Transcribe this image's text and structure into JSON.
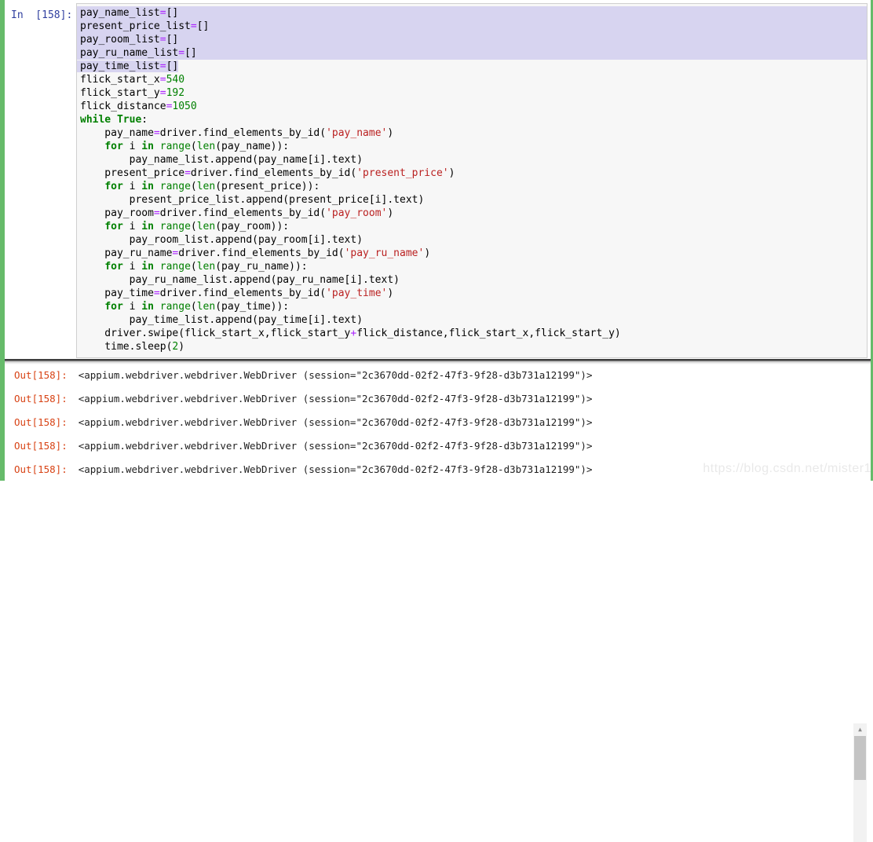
{
  "cell": {
    "input": {
      "prompt": "In  [158]:",
      "lines": [
        {
          "sel": "full",
          "t": [
            [
              "p",
              "pay_name_list"
            ],
            [
              "o",
              "="
            ],
            [
              "p",
              "[]"
            ]
          ]
        },
        {
          "sel": "full",
          "t": [
            [
              "p",
              "present_price_list"
            ],
            [
              "o",
              "="
            ],
            [
              "p",
              "[]"
            ]
          ]
        },
        {
          "sel": "full",
          "t": [
            [
              "p",
              "pay_room_list"
            ],
            [
              "o",
              "="
            ],
            [
              "p",
              "[]"
            ]
          ]
        },
        {
          "sel": "full",
          "t": [
            [
              "p",
              "pay_ru_name_list"
            ],
            [
              "o",
              "="
            ],
            [
              "p",
              "[]"
            ]
          ]
        },
        {
          "sel": "text",
          "t": [
            [
              "p",
              "pay_time_list"
            ],
            [
              "o",
              "="
            ],
            [
              "p",
              "[]"
            ]
          ]
        },
        {
          "t": [
            [
              "p",
              "flick_start_x"
            ],
            [
              "o",
              "="
            ],
            [
              "n",
              "540"
            ]
          ]
        },
        {
          "t": [
            [
              "p",
              "flick_start_y"
            ],
            [
              "o",
              "="
            ],
            [
              "n",
              "192"
            ]
          ]
        },
        {
          "t": [
            [
              "p",
              "flick_distance"
            ],
            [
              "o",
              "="
            ],
            [
              "n",
              "1050"
            ]
          ]
        },
        {
          "t": [
            [
              "k",
              "while"
            ],
            [
              "p",
              " "
            ],
            [
              "k",
              "True"
            ],
            [
              "p",
              ":"
            ]
          ]
        },
        {
          "t": [
            [
              "p",
              "    pay_name"
            ],
            [
              "o",
              "="
            ],
            [
              "p",
              "driver.find_elements_by_id("
            ],
            [
              "s",
              "'pay_name'"
            ],
            [
              "p",
              ")"
            ]
          ]
        },
        {
          "t": [
            [
              "p",
              "    "
            ],
            [
              "k",
              "for"
            ],
            [
              "p",
              " i "
            ],
            [
              "k",
              "in"
            ],
            [
              "p",
              " "
            ],
            [
              "b",
              "range"
            ],
            [
              "p",
              "("
            ],
            [
              "b",
              "len"
            ],
            [
              "p",
              "(pay_name)):"
            ]
          ]
        },
        {
          "t": [
            [
              "p",
              "        pay_name_list.append(pay_name[i].text)"
            ]
          ]
        },
        {
          "t": [
            [
              "p",
              "    present_price"
            ],
            [
              "o",
              "="
            ],
            [
              "p",
              "driver.find_elements_by_id("
            ],
            [
              "s",
              "'present_price'"
            ],
            [
              "p",
              ")"
            ]
          ]
        },
        {
          "t": [
            [
              "p",
              "    "
            ],
            [
              "k",
              "for"
            ],
            [
              "p",
              " i "
            ],
            [
              "k",
              "in"
            ],
            [
              "p",
              " "
            ],
            [
              "b",
              "range"
            ],
            [
              "p",
              "("
            ],
            [
              "b",
              "len"
            ],
            [
              "p",
              "(present_price)):"
            ]
          ]
        },
        {
          "t": [
            [
              "p",
              "        present_price_list.append(present_price[i].text)"
            ]
          ]
        },
        {
          "t": [
            [
              "p",
              "    pay_room"
            ],
            [
              "o",
              "="
            ],
            [
              "p",
              "driver.find_elements_by_id("
            ],
            [
              "s",
              "'pay_room'"
            ],
            [
              "p",
              ")"
            ]
          ]
        },
        {
          "t": [
            [
              "p",
              "    "
            ],
            [
              "k",
              "for"
            ],
            [
              "p",
              " i "
            ],
            [
              "k",
              "in"
            ],
            [
              "p",
              " "
            ],
            [
              "b",
              "range"
            ],
            [
              "p",
              "("
            ],
            [
              "b",
              "len"
            ],
            [
              "p",
              "(pay_room)):"
            ]
          ]
        },
        {
          "t": [
            [
              "p",
              "        pay_room_list.append(pay_room[i].text)"
            ]
          ]
        },
        {
          "t": [
            [
              "p",
              "    pay_ru_name"
            ],
            [
              "o",
              "="
            ],
            [
              "p",
              "driver.find_elements_by_id("
            ],
            [
              "s",
              "'pay_ru_name'"
            ],
            [
              "p",
              ")"
            ]
          ]
        },
        {
          "t": [
            [
              "p",
              "    "
            ],
            [
              "k",
              "for"
            ],
            [
              "p",
              " i "
            ],
            [
              "k",
              "in"
            ],
            [
              "p",
              " "
            ],
            [
              "b",
              "range"
            ],
            [
              "p",
              "("
            ],
            [
              "b",
              "len"
            ],
            [
              "p",
              "(pay_ru_name)):"
            ]
          ]
        },
        {
          "t": [
            [
              "p",
              "        pay_ru_name_list.append(pay_ru_name[i].text)"
            ]
          ]
        },
        {
          "t": [
            [
              "p",
              "    pay_time"
            ],
            [
              "o",
              "="
            ],
            [
              "p",
              "driver.find_elements_by_id("
            ],
            [
              "s",
              "'pay_time'"
            ],
            [
              "p",
              ")"
            ]
          ]
        },
        {
          "t": [
            [
              "p",
              "    "
            ],
            [
              "k",
              "for"
            ],
            [
              "p",
              " i "
            ],
            [
              "k",
              "in"
            ],
            [
              "p",
              " "
            ],
            [
              "b",
              "range"
            ],
            [
              "p",
              "("
            ],
            [
              "b",
              "len"
            ],
            [
              "p",
              "(pay_time)):"
            ]
          ]
        },
        {
          "t": [
            [
              "p",
              "        pay_time_list.append(pay_time[i].text)"
            ]
          ]
        },
        {
          "t": [
            [
              "p",
              "    driver.swipe(flick_start_x,flick_start_y"
            ],
            [
              "o",
              "+"
            ],
            [
              "p",
              "flick_distance,flick_start_x,flick_start_y)"
            ]
          ]
        },
        {
          "t": [
            [
              "p",
              "    time.sleep("
            ],
            [
              "n",
              "2"
            ],
            [
              "p",
              ")"
            ]
          ]
        }
      ]
    },
    "outputs": [
      {
        "prompt": "Out[158]:",
        "value": "<appium.webdriver.webdriver.WebDriver (session=\"2c3670dd-02f2-47f3-9f28-d3b731a12199\")>"
      },
      {
        "prompt": "Out[158]:",
        "value": "<appium.webdriver.webdriver.WebDriver (session=\"2c3670dd-02f2-47f3-9f28-d3b731a12199\")>"
      },
      {
        "prompt": "Out[158]:",
        "value": "<appium.webdriver.webdriver.WebDriver (session=\"2c3670dd-02f2-47f3-9f28-d3b731a12199\")>"
      },
      {
        "prompt": "Out[158]:",
        "value": "<appium.webdriver.webdriver.WebDriver (session=\"2c3670dd-02f2-47f3-9f28-d3b731a12199\")>"
      },
      {
        "prompt": "Out[158]:",
        "value": "<appium.webdriver.webdriver.WebDriver (session=\"2c3670dd-02f2-47f3-9f28-d3b731a12199\")>"
      }
    ],
    "scrollbar": {
      "up_arrow": "▲"
    },
    "watermark": "https://blog.csdn.net/mister1",
    "colors": {
      "edit_mode_green": "#66BB6A",
      "selection": "#d7d4f0",
      "in_prompt": "#303F9F",
      "out_prompt": "#D84315",
      "keyword": "#008000",
      "builtin": "#008000",
      "number": "#008000",
      "operator": "#AA22FF",
      "string": "#BA2121",
      "editor_bg": "#f7f7f7"
    }
  }
}
